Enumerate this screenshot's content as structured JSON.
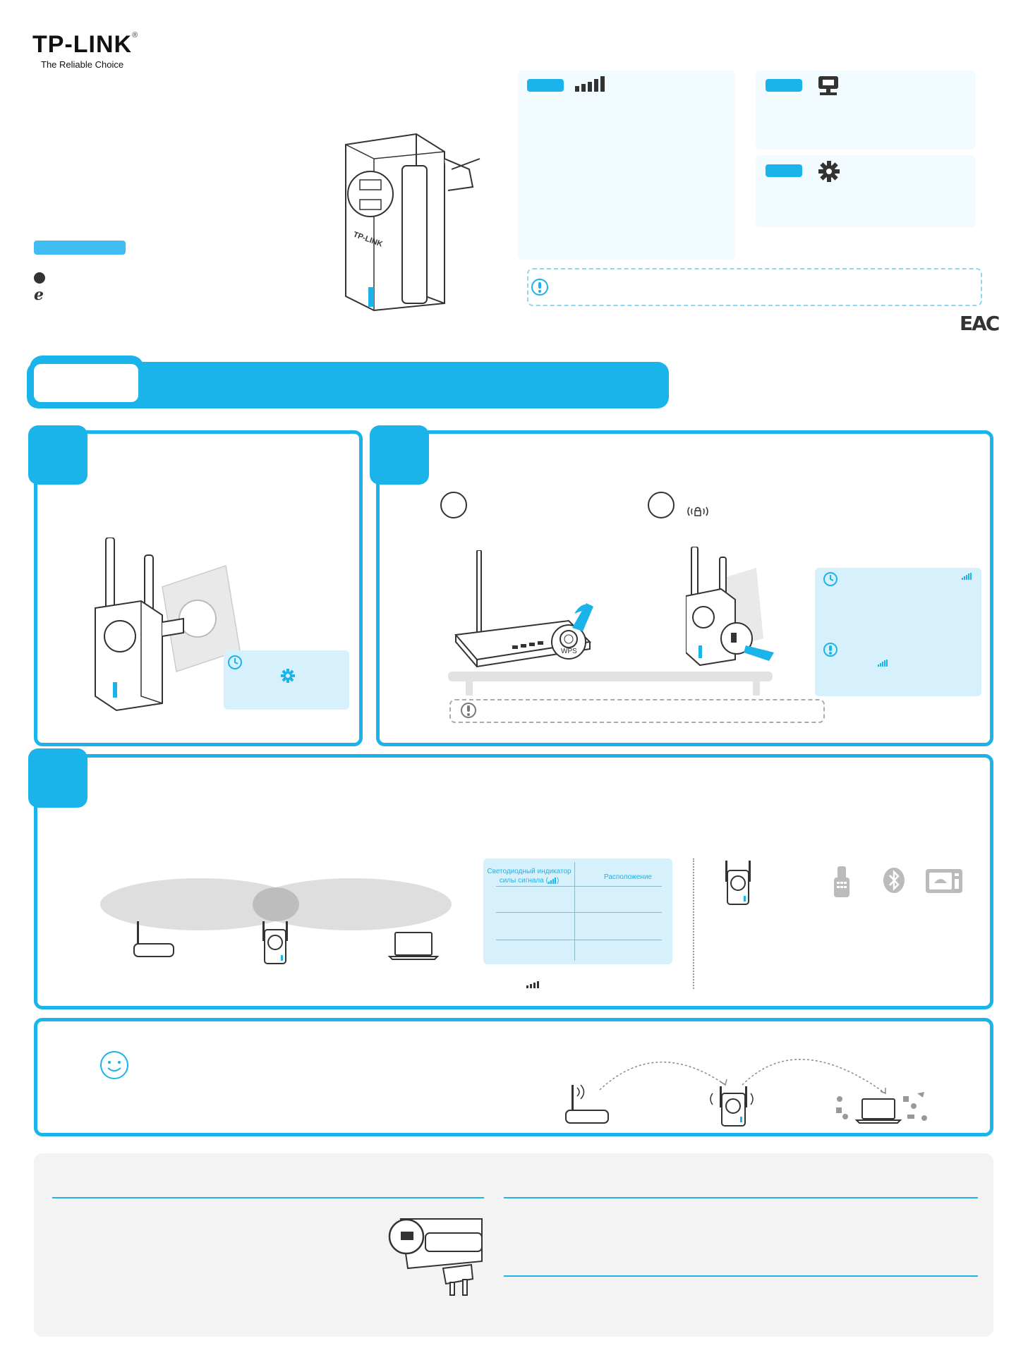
{
  "brand": {
    "logo": "TP-LINK",
    "registered": "®",
    "tagline": "The Reliable Choice"
  },
  "table": {
    "col1": "Светодиодный индикатор силы сигнала (",
    "col1_close": ")",
    "col2": "Расположение"
  },
  "certification": "EAC",
  "colors": {
    "accent": "#1ab3ea",
    "light_panel": "#f2fbff",
    "tip_panel": "#d6f1fc",
    "footer": "#f3f3f3"
  },
  "icons": {
    "signal": "signal-bars-icon",
    "lan": "lan-icon",
    "power": "gear-icon",
    "info": "info-icon",
    "clock": "clock-icon",
    "wps": "wps-lock-icon",
    "smile": "smile-icon",
    "phone": "cordless-phone-icon",
    "bluetooth": "bluetooth-icon",
    "microwave": "microwave-icon"
  },
  "wps_label": "WPS",
  "labels": {
    "logo_lines": "TP-LINK"
  }
}
